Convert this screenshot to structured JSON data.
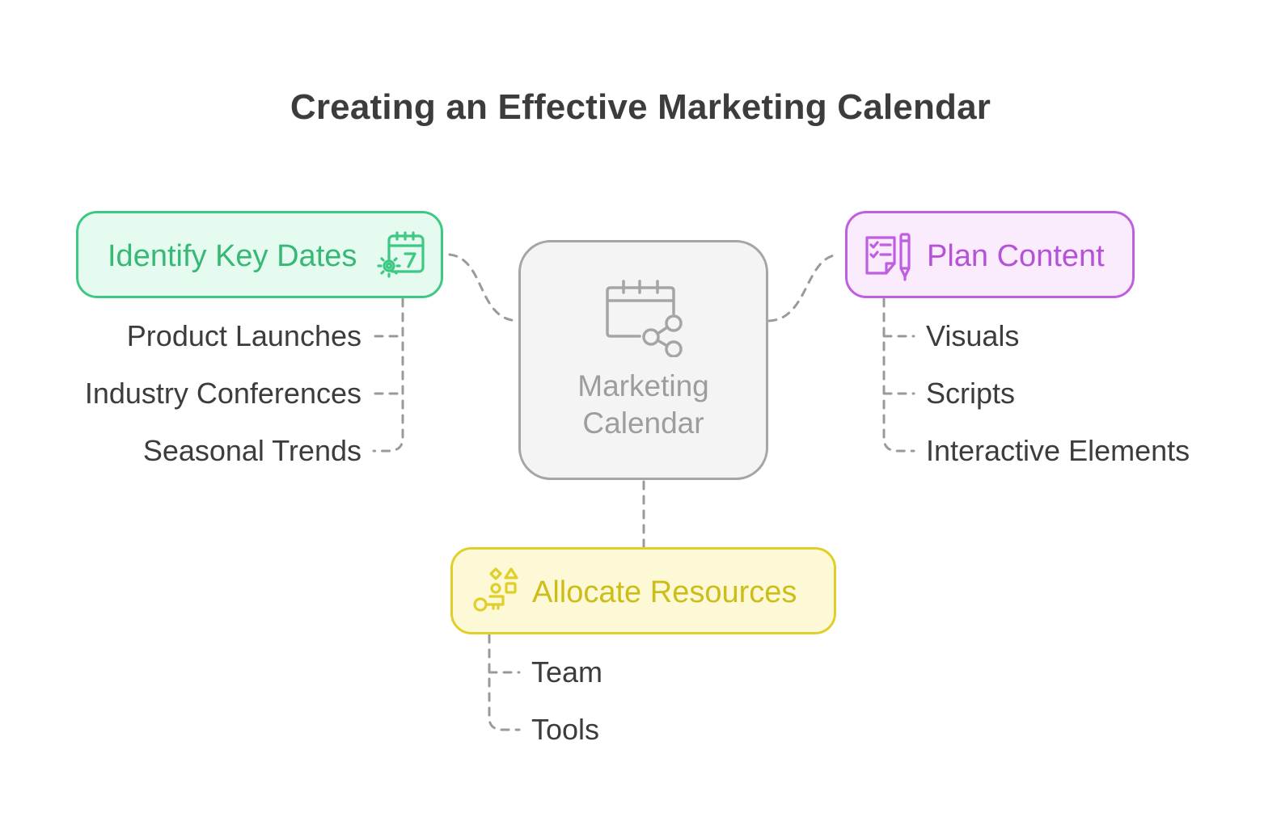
{
  "title": "Creating an Effective Marketing Calendar",
  "center": {
    "label": "Marketing Calendar",
    "icon": "calendar-share-icon",
    "color": "#a5a5a5"
  },
  "branches": {
    "key_dates": {
      "label": "Identify Key Dates",
      "icon": "calendar-gear-icon",
      "color": "#3ec884",
      "items": [
        "Product Launches",
        "Industry Conferences",
        "Seasonal Trends"
      ]
    },
    "plan_content": {
      "label": "Plan Content",
      "icon": "checklist-pen-icon",
      "color": "#c05ee0",
      "items": [
        "Visuals",
        "Scripts",
        "Interactive Elements"
      ]
    },
    "allocate_resources": {
      "label": "Allocate Resources",
      "icon": "resources-key-shapes-icon",
      "color": "#e0cf2a",
      "items": [
        "Team",
        "Tools"
      ]
    }
  }
}
